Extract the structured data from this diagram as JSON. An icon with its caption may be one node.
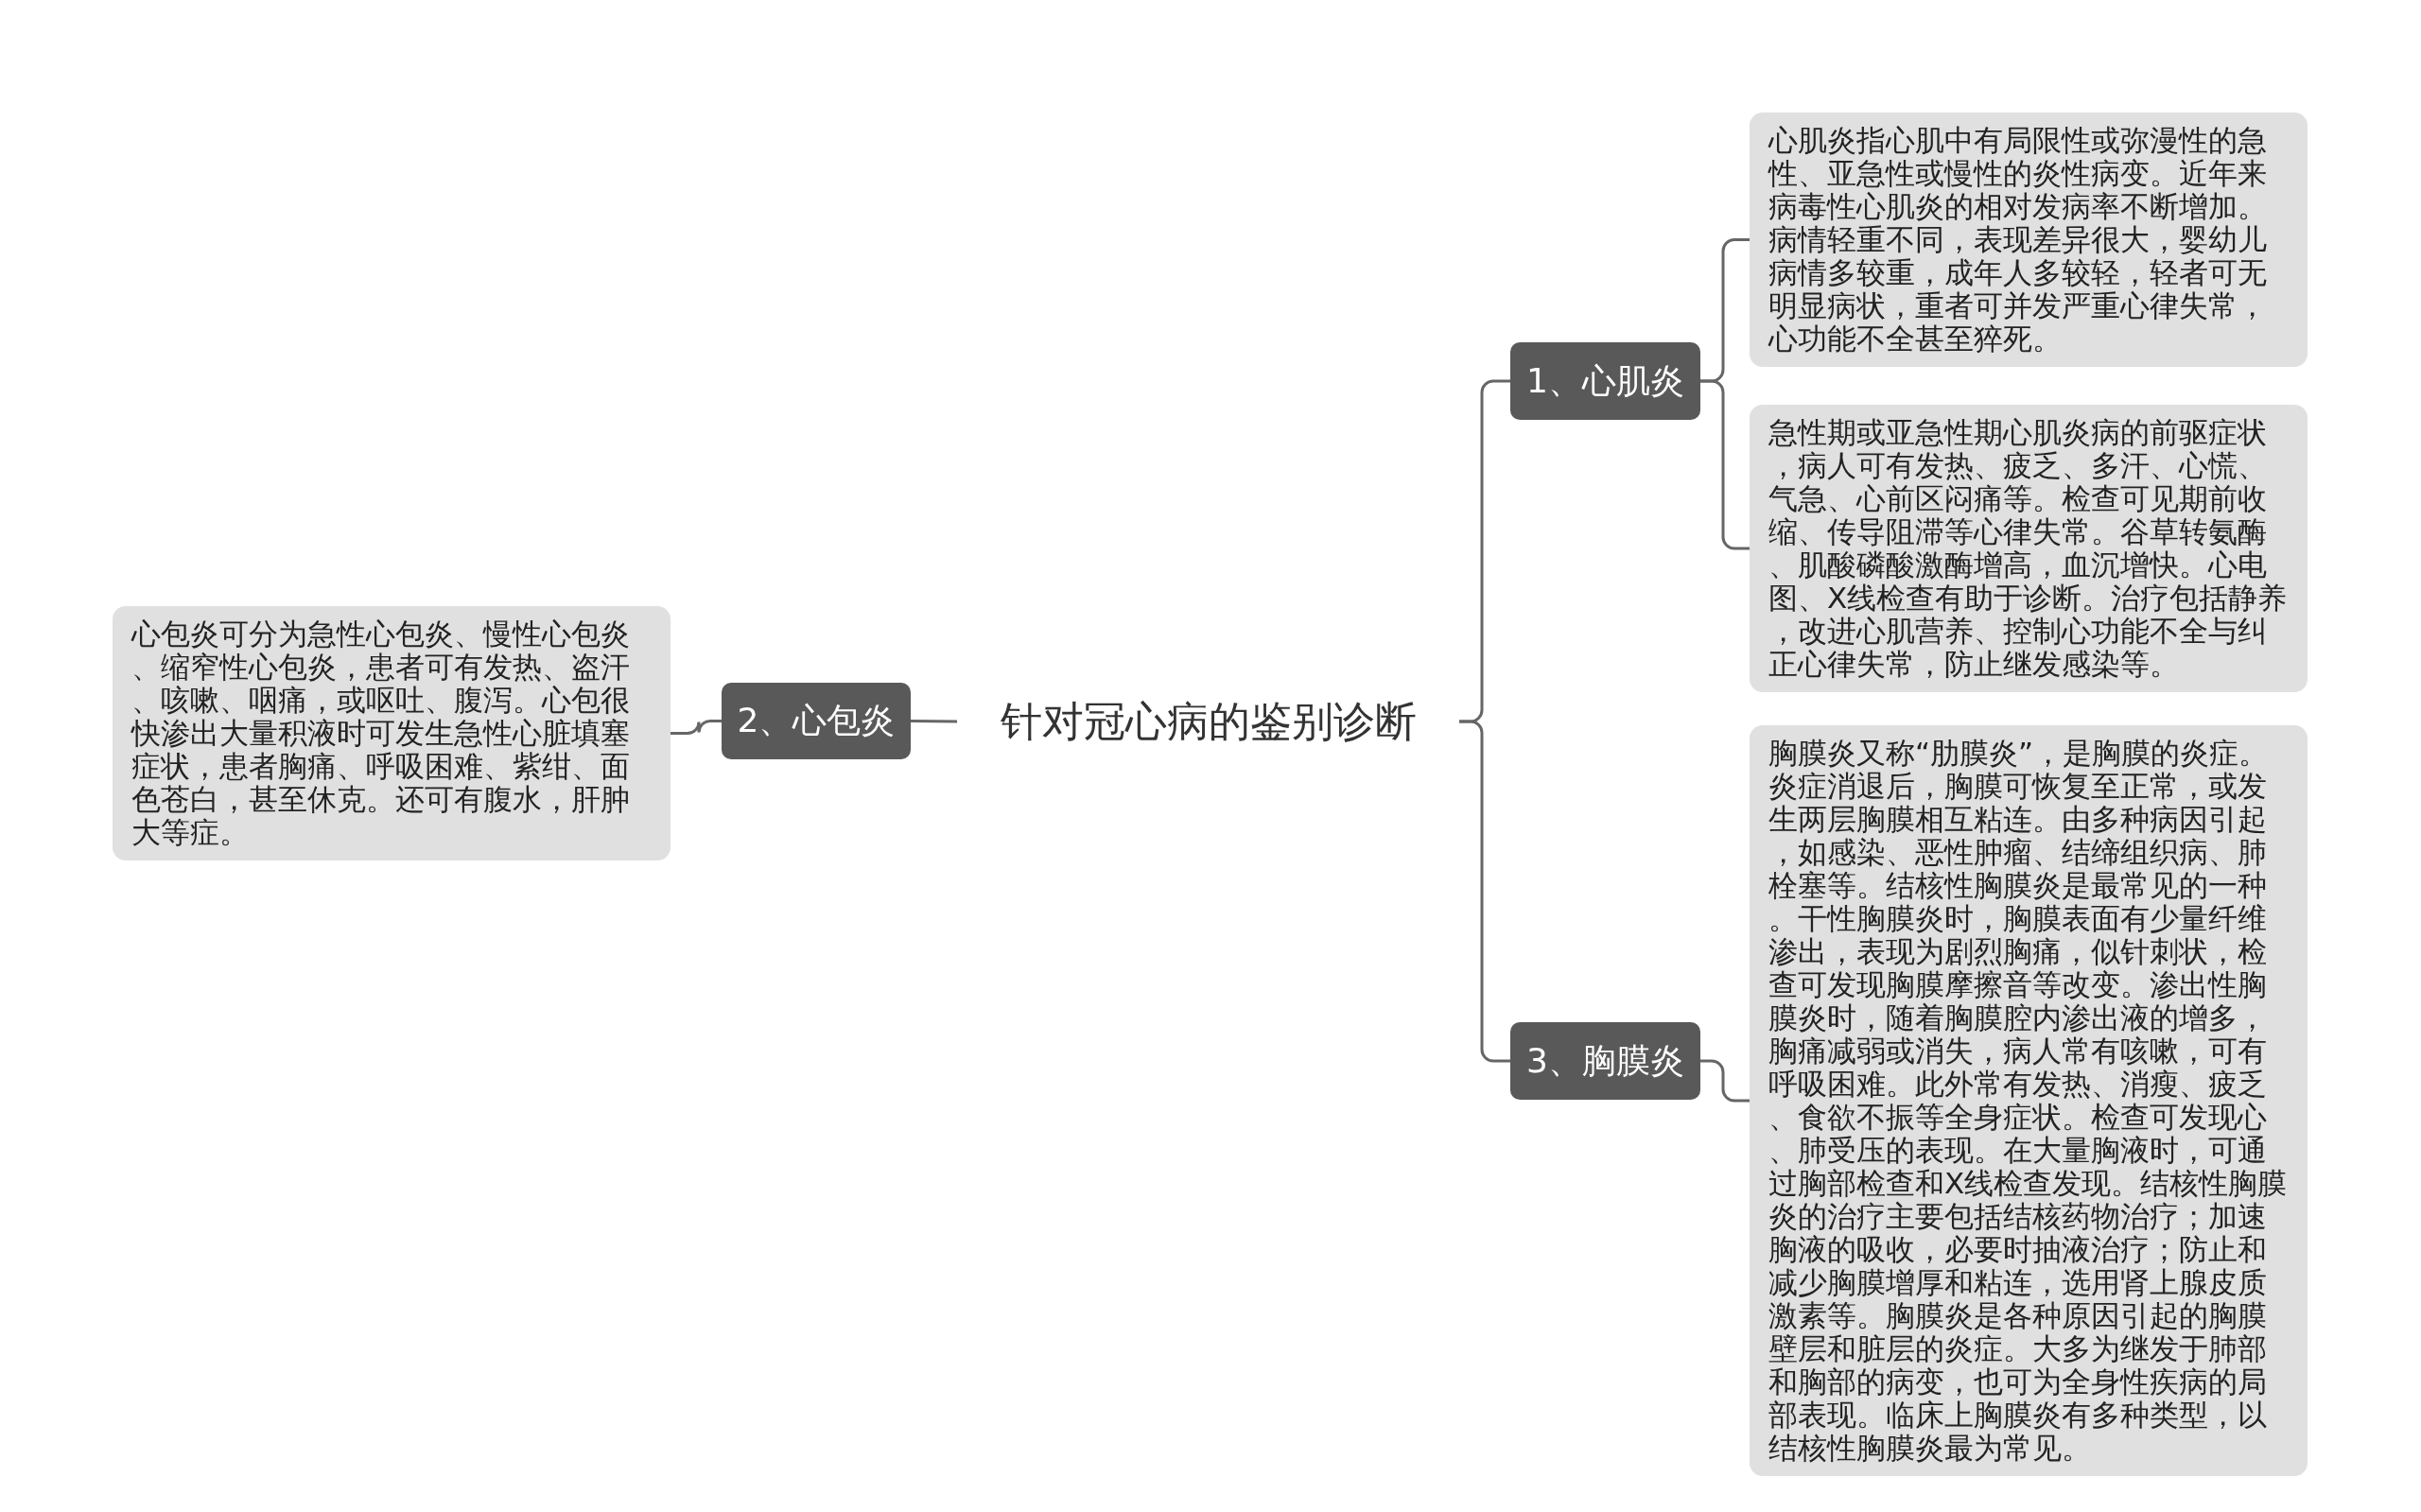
{
  "diagram": {
    "nodes": [
      {
        "text": [
          "针对冠心病的鉴别诊断"
        ]
      },
      {
        "text": [
          "1、心肌炎"
        ]
      },
      {
        "text": [
          "心肌炎指心肌中有局限性或弥漫性的急性、亚急性或慢性的炎性病变。近年来病毒性心肌炎的相对发病率不断增加。病情轻重不同，表现差异很大，婴幼儿病情多较重，成年人多较轻，轻者可无明显病状，重者可并发严重心律失常，心功能不全甚至猝死。"
        ]
      },
      {
        "text": [
          "急性期或亚急性期心肌炎病的前驱症状，病人可有发热、疲乏、多汗、心慌、气急、心前区闷痛等。检查可见期前收缩、传导阻滞等心律失常。谷草转氨酶、肌酸磷酸激酶增高，血沉增快。心电图、X线检查有助于诊断。治疗包括静养，改进心肌营养、控制心功能不全与纠正心律失常，防止继发感染等。"
        ]
      },
      {
        "text": [
          "3、胸膜炎"
        ]
      },
      {
        "text": [
          "胸膜炎又称“肋膜炎”，是胸膜的炎症。炎症消退后，胸膜可恢复至正常，或发生两层胸膜相互粘连。由多种病因引起，如感染、恶性肿瘤、结缔组织病、肺栓塞等。结核性胸膜炎是最常见的一种。干性胸膜炎时，胸膜表面有少量纤维渗出，表现为剧烈胸痛，似针刺状，检查可发现胸膜摩擦音等改变。渗出性胸膜炎时，随着胸膜腔内渗出液的增多，胸痛减弱或消失，病人常有咳嗽，可有呼吸困难。此外常有发热、消瘦、疲乏、食欲不振等全身症状。检查可发现心、肺受压的表现。在大量胸液时，可通过胸部检查和X线检查发现。结核性胸膜炎的治疗主要包括结核药物治疗；加速胸液的吸收，必要时抽液治疗；防止和减少胸膜增厚和粘连，选用肾上腺皮质激素等。胸膜炎是各种原因引起的胸膜壁层和脏层的炎症。大多为继发于肺部和胸部的病变，也可为全身性疾病的局部表现。临床上胸膜炎有多种类型，以结核性胸膜炎最为常见。"
        ]
      },
      {
        "text": [
          "2、心包炎"
        ]
      },
      {
        "text": [
          "心包炎可分为急性心包炎、慢性心包炎、缩窄性心包炎，患者可有发热、盗汗、咳嗽、咽痛，或呕吐、腹泻。心包很快渗出大量积液时可发生急性心脏填塞症状，患者胸痛、呼吸困难、紫绀、面色苍白，甚至休克。还可有腹水，肝肿大等症。"
        ]
      }
    ],
    "edges": [
      {
        "from": 0,
        "to": 1,
        "arrow": "none"
      },
      {
        "from": 1,
        "to": 2,
        "arrow": "none"
      },
      {
        "from": 1,
        "to": 3,
        "arrow": "none"
      },
      {
        "from": 0,
        "to": 4,
        "arrow": "none"
      },
      {
        "from": 4,
        "to": 5,
        "arrow": "none"
      },
      {
        "from": 0,
        "to": 6,
        "arrow": "none"
      },
      {
        "from": 6,
        "to": 7,
        "arrow": "none"
      }
    ]
  }
}
